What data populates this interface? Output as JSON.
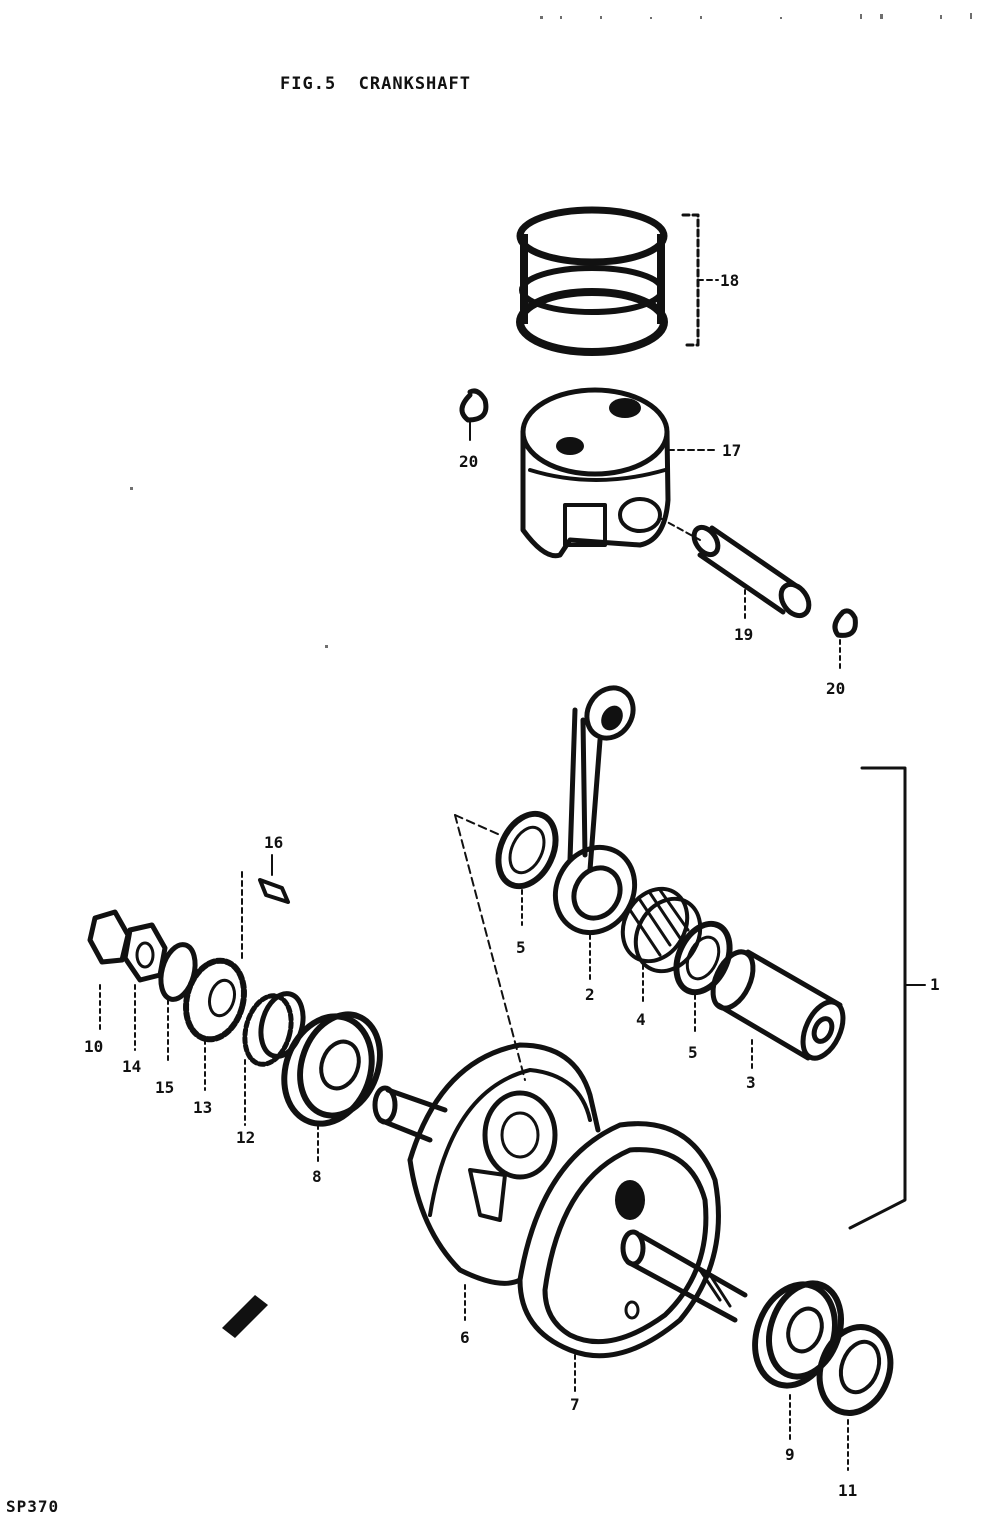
{
  "figure": {
    "title": "FIG.5  CRANKSHAFT",
    "code": "SP370"
  },
  "callouts": [
    {
      "id": "c1",
      "label": "1"
    },
    {
      "id": "c2",
      "label": "2"
    },
    {
      "id": "c3",
      "label": "3"
    },
    {
      "id": "c4",
      "label": "4"
    },
    {
      "id": "c5a",
      "label": "5"
    },
    {
      "id": "c5b",
      "label": "5"
    },
    {
      "id": "c6",
      "label": "6"
    },
    {
      "id": "c7",
      "label": "7"
    },
    {
      "id": "c8",
      "label": "8"
    },
    {
      "id": "c9",
      "label": "9"
    },
    {
      "id": "c10",
      "label": "10"
    },
    {
      "id": "c11",
      "label": "11"
    },
    {
      "id": "c12",
      "label": "12"
    },
    {
      "id": "c13",
      "label": "13"
    },
    {
      "id": "c14",
      "label": "14"
    },
    {
      "id": "c15",
      "label": "15"
    },
    {
      "id": "c16",
      "label": "16"
    },
    {
      "id": "c17",
      "label": "17"
    },
    {
      "id": "c18",
      "label": "18"
    },
    {
      "id": "c19",
      "label": "19"
    },
    {
      "id": "c20a",
      "label": "20"
    },
    {
      "id": "c20b",
      "label": "20"
    }
  ]
}
